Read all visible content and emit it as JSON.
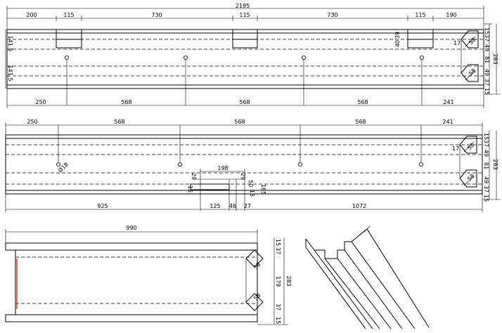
{
  "view1": {
    "overall": "2195",
    "top": [
      "200",
      "115",
      "730",
      "115",
      "730",
      "115",
      "190"
    ],
    "right": [
      "15",
      "37",
      "49",
      "81",
      "49",
      "37",
      "15"
    ],
    "total_h": "283",
    "left": [
      "141.5",
      "141.5"
    ],
    "bottom": [
      "250",
      "568",
      "568",
      "568",
      "241"
    ],
    "small": [
      "39",
      "40",
      "17",
      "58",
      "58"
    ]
  },
  "view2": {
    "top": [
      "250",
      "568",
      "568",
      "568",
      "241"
    ],
    "right": [
      "15",
      "37",
      "49",
      "81",
      "49",
      "37",
      "15"
    ],
    "total_h": "283",
    "bottom": [
      "925",
      "125",
      "46",
      "27",
      "1072"
    ],
    "detail": [
      "198",
      "29",
      "29",
      "15",
      "50",
      "165",
      "15"
    ],
    "hole_label": "Ø18",
    "small": [
      "17",
      "58",
      "58"
    ]
  },
  "view3": {
    "top": "990",
    "right": [
      "15",
      "37",
      "179",
      "37",
      "15"
    ],
    "total_h": "283",
    "small": [
      "58",
      "58"
    ]
  }
}
